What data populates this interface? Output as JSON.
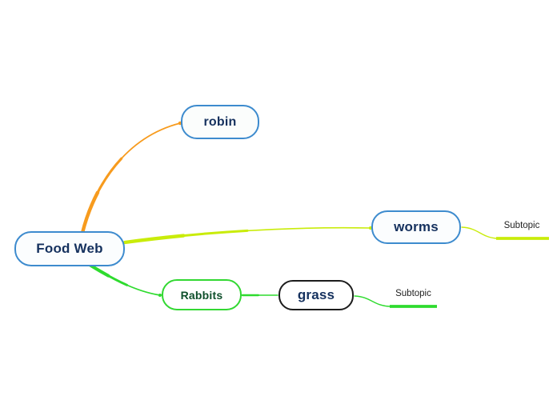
{
  "canvas": {
    "background": "#ffffff"
  },
  "nodes": {
    "food_web": {
      "label": "Food Web",
      "border_color": "#3d8bce",
      "text_color": "#15315e",
      "fill": "#fbfdfe"
    },
    "robin": {
      "label": "robin",
      "border_color": "#3d8bce",
      "text_color": "#15315e",
      "fill": "#fbfdfc"
    },
    "worms": {
      "label": "worms",
      "border_color": "#3d8bce",
      "text_color": "#15315e",
      "fill": "#fbfdfe"
    },
    "rabbits": {
      "label": "Rabbits",
      "border_color": "#32d832",
      "text_color": "#0e4f2b",
      "fill": "#ffffff"
    },
    "grass": {
      "label": "grass",
      "border_color": "#1c1c1c",
      "text_color": "#15315e",
      "fill": "#ffffff"
    }
  },
  "branches": {
    "robin": {
      "color": "#f79b1e"
    },
    "worms": {
      "color": "#c9ec0a"
    },
    "rabbits": {
      "color": "#2edb2e"
    }
  },
  "subtopics": {
    "worms_child": {
      "label": "Subtopic",
      "underline_color": "#c9ec0a",
      "text_color": "#1f1f1f"
    },
    "grass_child": {
      "label": "Subtopic",
      "underline_color": "#2edb2e",
      "text_color": "#1f1f1f"
    }
  }
}
